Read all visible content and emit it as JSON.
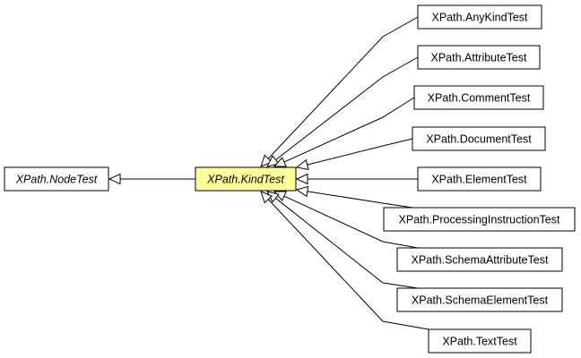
{
  "nodes": {
    "node_test": {
      "label": "XPath.NodeTest",
      "italic": true,
      "fill": "#ffffff"
    },
    "kind_test": {
      "label": "XPath.KindTest",
      "italic": true,
      "fill": "#ffff99"
    },
    "children": [
      {
        "id": "any-kind-test",
        "label": "XPath.AnyKindTest"
      },
      {
        "id": "attribute-test",
        "label": "XPath.AttributeTest"
      },
      {
        "id": "comment-test",
        "label": "XPath.CommentTest"
      },
      {
        "id": "document-test",
        "label": "XPath.DocumentTest"
      },
      {
        "id": "element-test",
        "label": "XPath.ElementTest"
      },
      {
        "id": "processing-instruction-test",
        "label": "XPath.ProcessingInstructionTest"
      },
      {
        "id": "schema-attribute-test",
        "label": "XPath.SchemaAttributeTest"
      },
      {
        "id": "schema-element-test",
        "label": "XPath.SchemaElementTest"
      },
      {
        "id": "text-test",
        "label": "XPath.TextTest"
      }
    ]
  },
  "edges": [
    {
      "from": "kind_test",
      "to": "node_test"
    },
    {
      "from": "any-kind-test",
      "to": "kind_test"
    },
    {
      "from": "attribute-test",
      "to": "kind_test"
    },
    {
      "from": "comment-test",
      "to": "kind_test"
    },
    {
      "from": "document-test",
      "to": "kind_test"
    },
    {
      "from": "element-test",
      "to": "kind_test"
    },
    {
      "from": "processing-instruction-test",
      "to": "kind_test"
    },
    {
      "from": "schema-attribute-test",
      "to": "kind_test"
    },
    {
      "from": "schema-element-test",
      "to": "kind_test"
    },
    {
      "from": "text-test",
      "to": "kind_test"
    }
  ],
  "colors": {
    "highlight": "#ffff99",
    "border": "#000000",
    "background": "#ffffff"
  }
}
